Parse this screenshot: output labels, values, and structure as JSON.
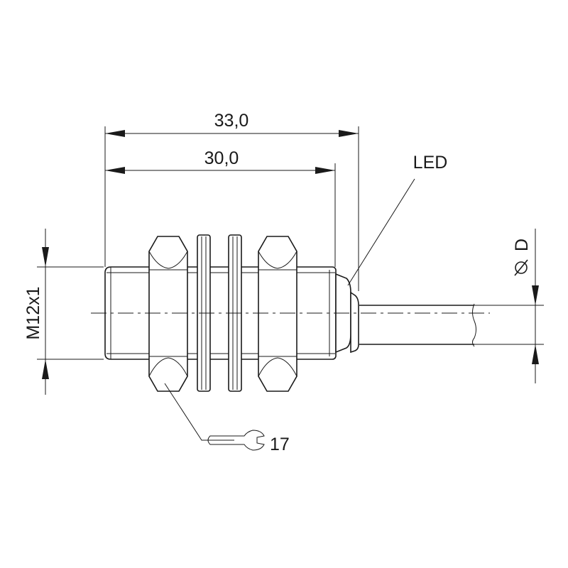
{
  "dimensions": {
    "overall_length": "33,0",
    "body_length": "30,0",
    "thread": "M12x1",
    "cable_diameter": "D",
    "diameter_symbol": "ø"
  },
  "callouts": {
    "led": "LED",
    "wrench_size": "17"
  },
  "icons": {
    "wrench": "open-end-wrench-icon",
    "diameter": "diameter-symbol-icon"
  },
  "colors": {
    "line": "#1a1a1a",
    "background": "#ffffff"
  }
}
